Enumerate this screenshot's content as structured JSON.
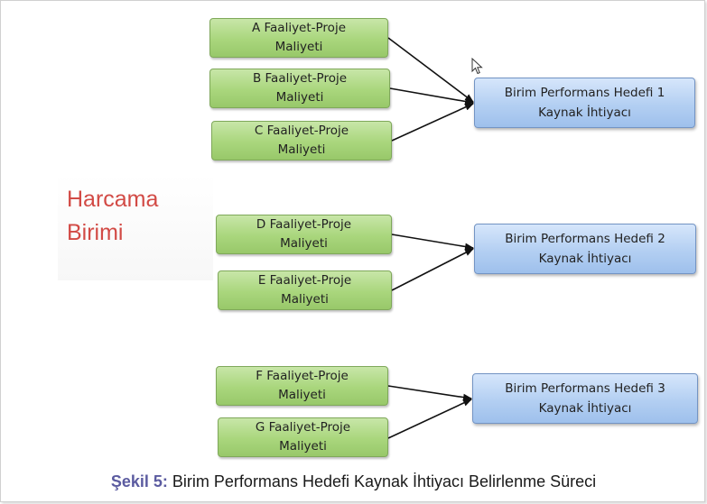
{
  "unit_label": {
    "line1": "Harcama",
    "line2": "Birimi"
  },
  "activities": [
    {
      "line1": "A  Faaliyet-Proje",
      "line2": "Maliyeti"
    },
    {
      "line1": "B  Faaliyet-Proje",
      "line2": "Maliyeti"
    },
    {
      "line1": "C  Faaliyet-Proje",
      "line2": "Maliyeti"
    },
    {
      "line1": "D  Faaliyet-Proje",
      "line2": "Maliyeti"
    },
    {
      "line1": "E  Faaliyet-Proje",
      "line2": "Maliyeti"
    },
    {
      "line1": "F  Faaliyet-Proje",
      "line2": "Maliyeti"
    },
    {
      "line1": "G  Faaliyet-Proje",
      "line2": "Maliyeti"
    }
  ],
  "targets": [
    {
      "line1": "Birim Performans Hedefi  1",
      "line2": "Kaynak İhtiyacı"
    },
    {
      "line1": "Birim Performans Hedefi  2",
      "line2": "Kaynak İhtiyacı"
    },
    {
      "line1": "Birim Performans Hedefi  3",
      "line2": "Kaynak İhtiyacı"
    }
  ],
  "caption": {
    "figure_label": "Şekil 5:",
    "text": " Birim Performans Hedefi Kaynak İhtiyacı Belirlenme Süreci"
  },
  "colors": {
    "activity_box": "#a9d67c",
    "target_box": "#b3cff2",
    "unit_text": "#d24a45",
    "figure_label": "#5b5ba0"
  }
}
